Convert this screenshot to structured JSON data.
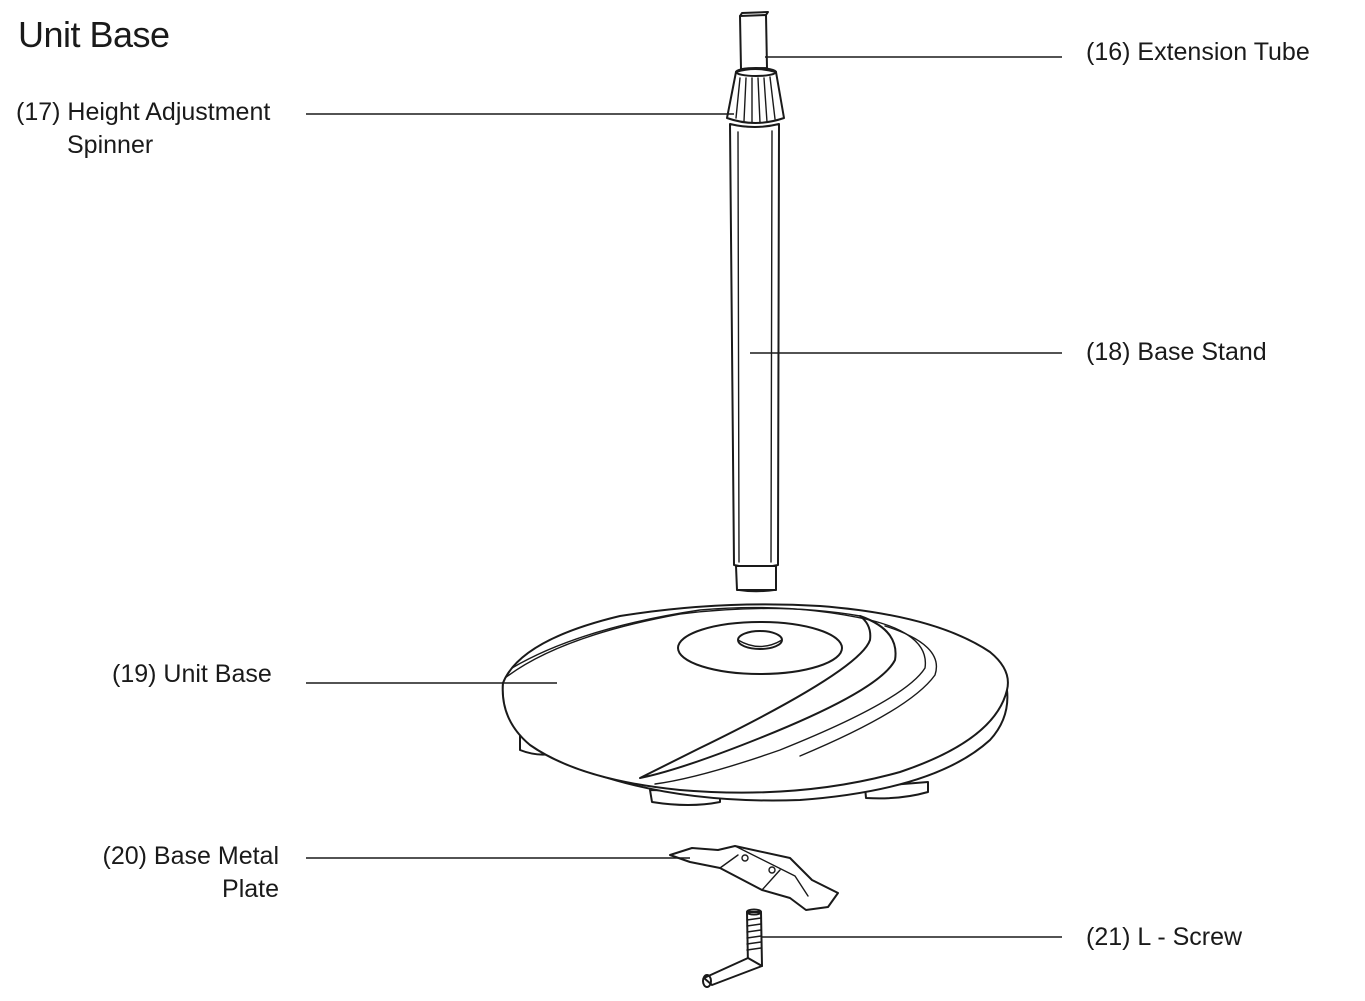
{
  "title": "Unit Base",
  "parts": {
    "p16": {
      "label": "(16) Extension Tube"
    },
    "p17": {
      "line1": "(17) Height Adjustment",
      "line2": "Spinner"
    },
    "p18": {
      "label": "(18) Base Stand"
    },
    "p19": {
      "label": "(19) Unit Base"
    },
    "p20": {
      "line1": "(20) Base Metal",
      "line2": "Plate"
    },
    "p21": {
      "label": "(21) L - Screw"
    }
  },
  "colors": {
    "ink": "#1a1a1a",
    "background": "#ffffff"
  }
}
